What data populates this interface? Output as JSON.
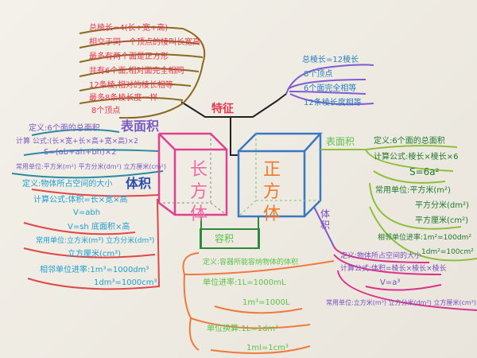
{
  "features": {
    "label": "特征",
    "cuboid": [
      "总棱长=4(长+宽+高)",
      "相交于同一个顶点的棱叫长宽高",
      "最多有两个面是正方形",
      "共有6个面,相对面完全相同",
      "12条棱,相对的棱长相等",
      "最多8条棱长度一样",
      "8个顶点"
    ],
    "cube": [
      "总棱长=12棱长",
      "8个顶点",
      "6个面完全相等",
      "12条棱长度相等"
    ]
  },
  "center": {
    "cuboid": "长方体",
    "cube": "正方体"
  },
  "cuboid_surface": {
    "label": "表面积",
    "lines": [
      "定义:6个面的总面积",
      "计算 公式:(长×宽+长×高+宽×高)×2",
      "S=(ab+ah+bh)×2",
      "常用单位:平方米(m²) 平方分米(dm²) 立方厘米(cm²)"
    ]
  },
  "cuboid_volume": {
    "label": "体积",
    "lines": [
      "定义:物体所占空间的大小",
      "计算公式:体积=长×宽×高",
      "V=abh",
      "V=sh 底面积×高",
      "常用单位:立方米(m³) 立方分米(dm³)",
      "立方厘米(cm³)",
      "相邻单位进率:1m³=1000dm³",
      "1dm³=1000cm³"
    ]
  },
  "capacity": {
    "label": "容积",
    "lines": [
      "定义:容器所能容纳物体的体积",
      "单位进率:1L=1000mL",
      "1m³=1000L",
      "单位换算:1L=1dm³",
      "1ml=1cm³"
    ]
  },
  "cube_surface": {
    "label": "表面积",
    "lines": [
      "定义:6个面的总面积",
      "计算公式:棱长×棱长×6",
      "S=6a²",
      "常用单位:平方米(m²)",
      "平方分米(dm²)",
      "平方厘米(cm²)",
      "相邻单位进率:1m²=100dm²",
      "1dm²=100cm²"
    ]
  },
  "cube_volume": {
    "label": "体积",
    "lines": [
      "定义:物体所占空间的大小",
      "计算公式:体积=棱长×棱长×棱长",
      "V=a³",
      "常用单位:立方米(m³) 立方分米(dm³) 立方厘米(cm³)"
    ]
  }
}
